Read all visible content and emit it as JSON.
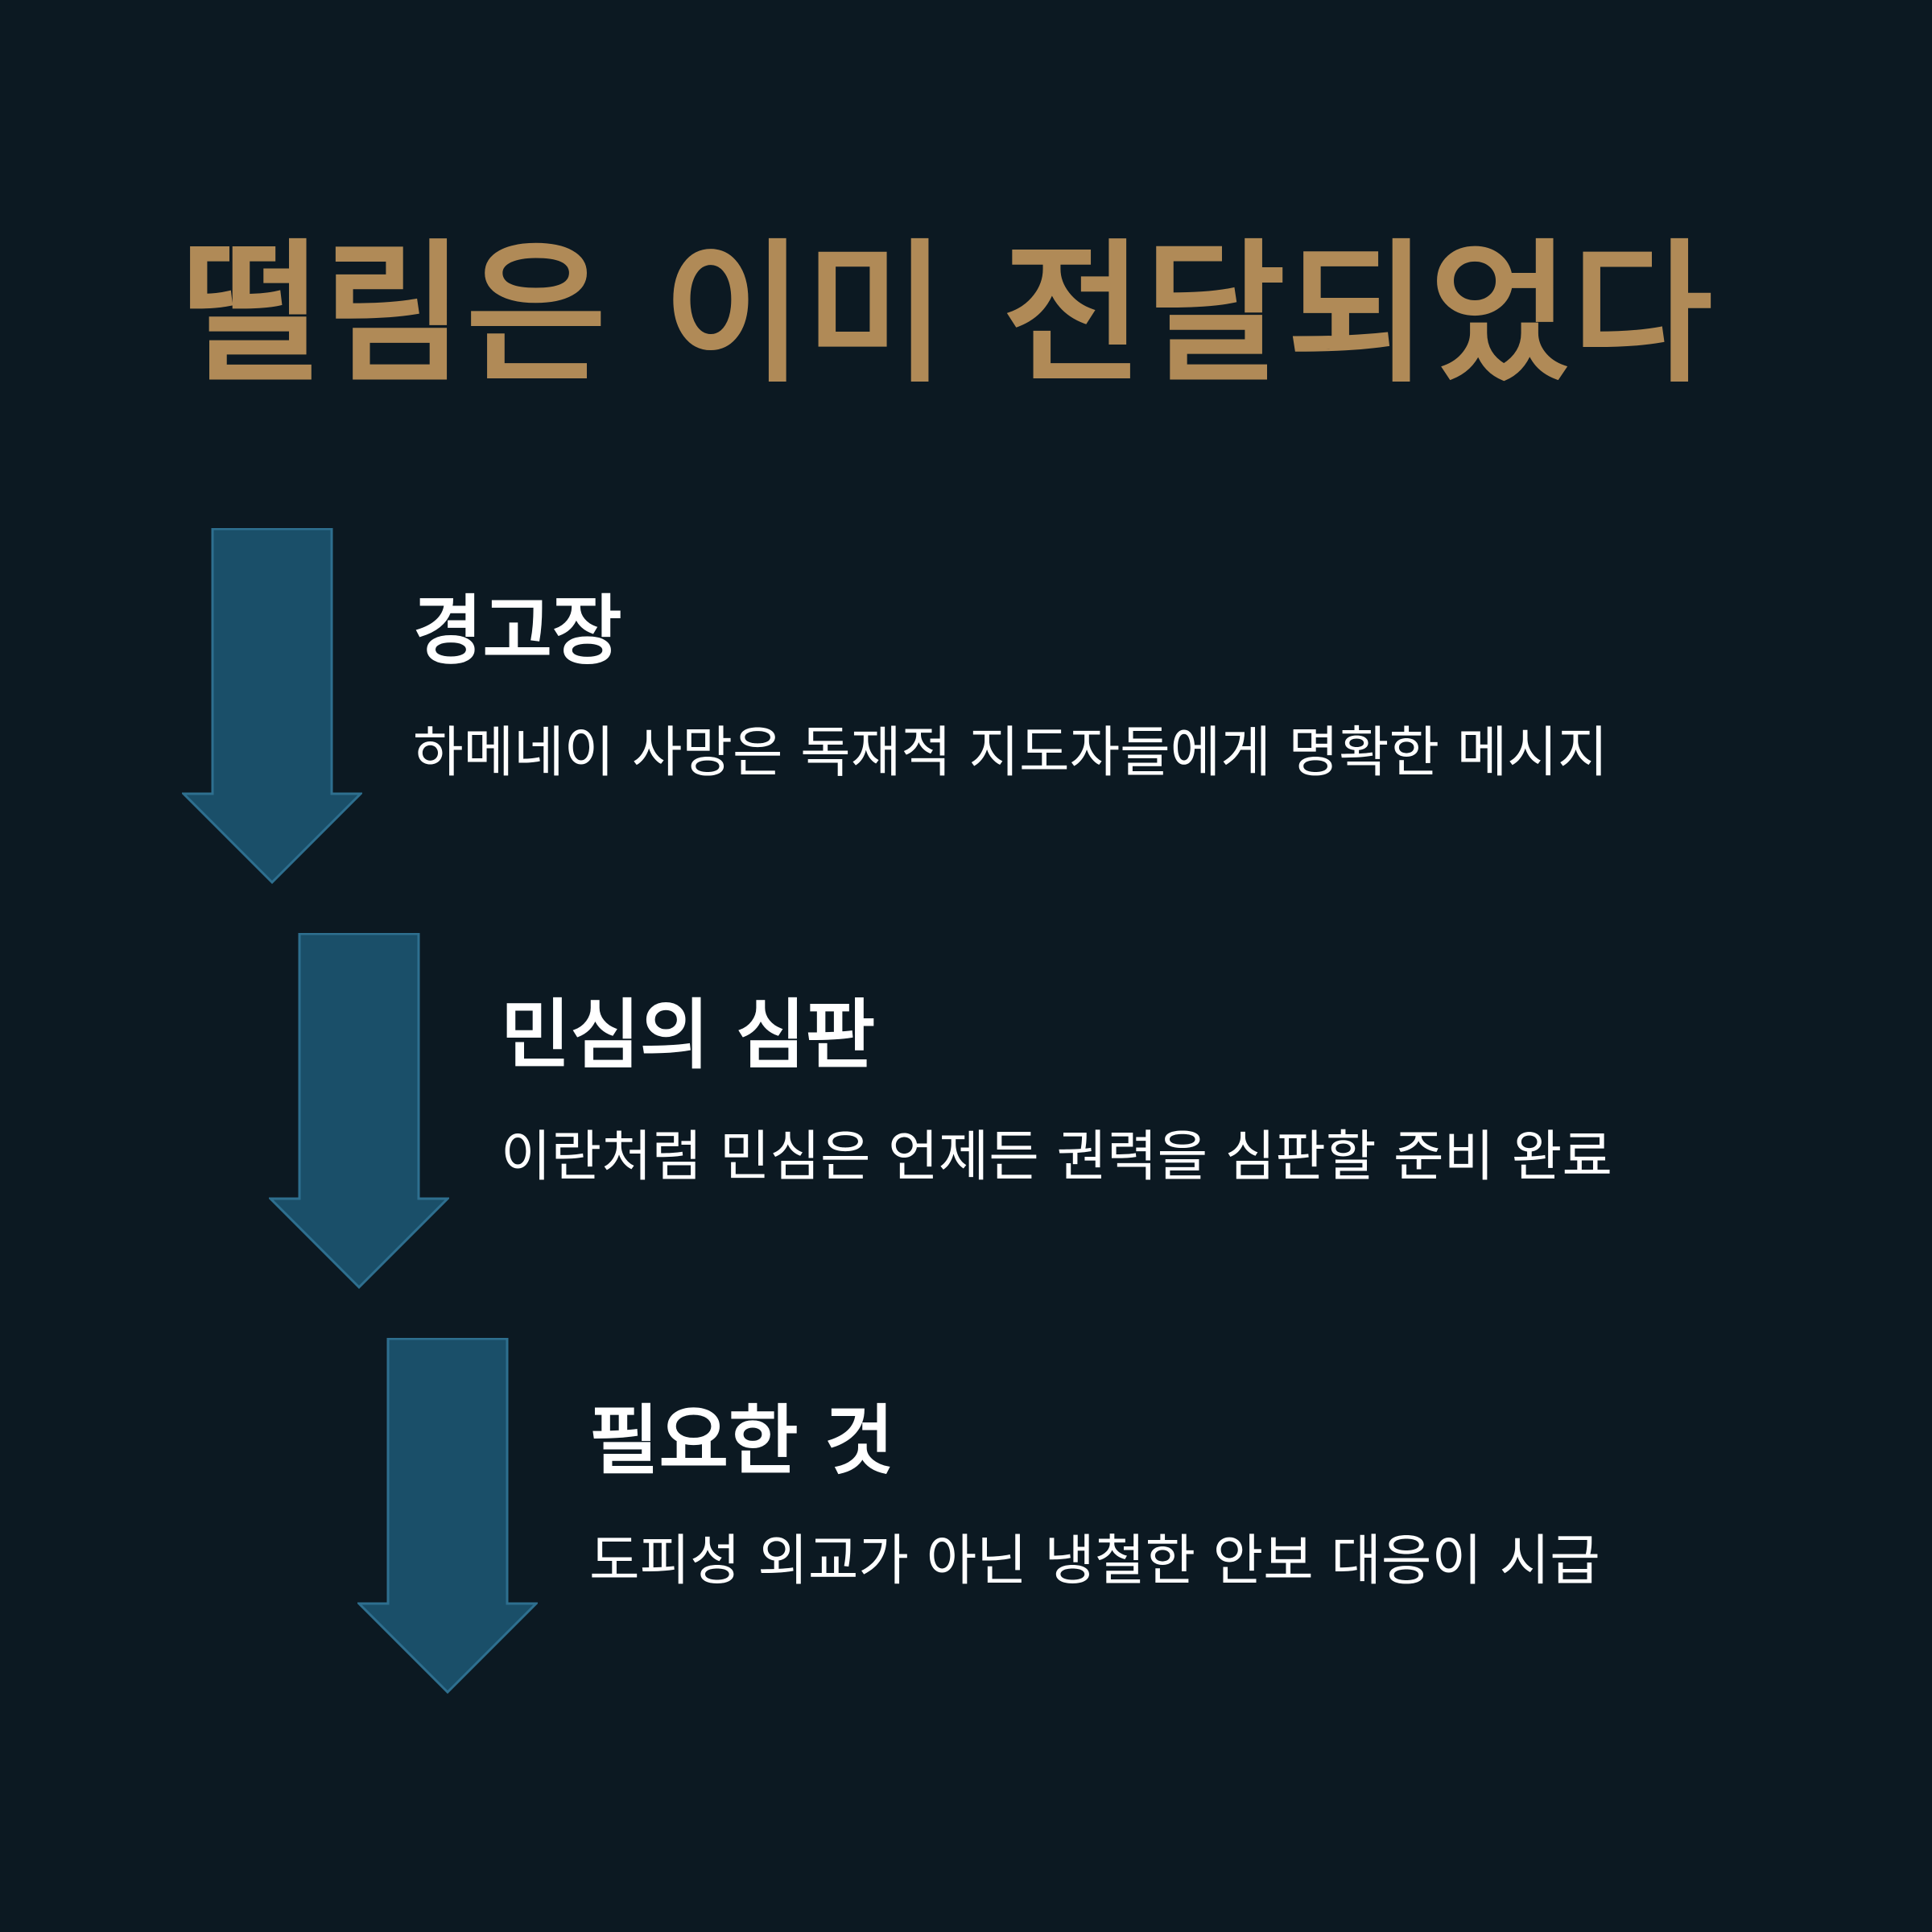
{
  "title": "떨림은 이미 전달되었다",
  "colors": {
    "background": "#0c1922",
    "title": "#b08a57",
    "arrow_fill": "#1a4f69",
    "arrow_stroke": "#2e6f8f",
    "text": "#ffffff"
  },
  "steps": [
    {
      "icon": "down-arrow-icon",
      "heading": "경고장",
      "description": "하메네이 사망은 독재적 지도자들에게 명확한 메시지"
    },
    {
      "icon": "down-arrow-icon",
      "heading": "민심의 심판",
      "description": "이란처럼 민심은 언제든 권력을 심판할 준비 완료"
    },
    {
      "icon": "down-arrow-icon",
      "heading": "필요한 것",
      "description": "도피성 외교가 아닌 냉철한 안보 대응이 시급"
    }
  ]
}
